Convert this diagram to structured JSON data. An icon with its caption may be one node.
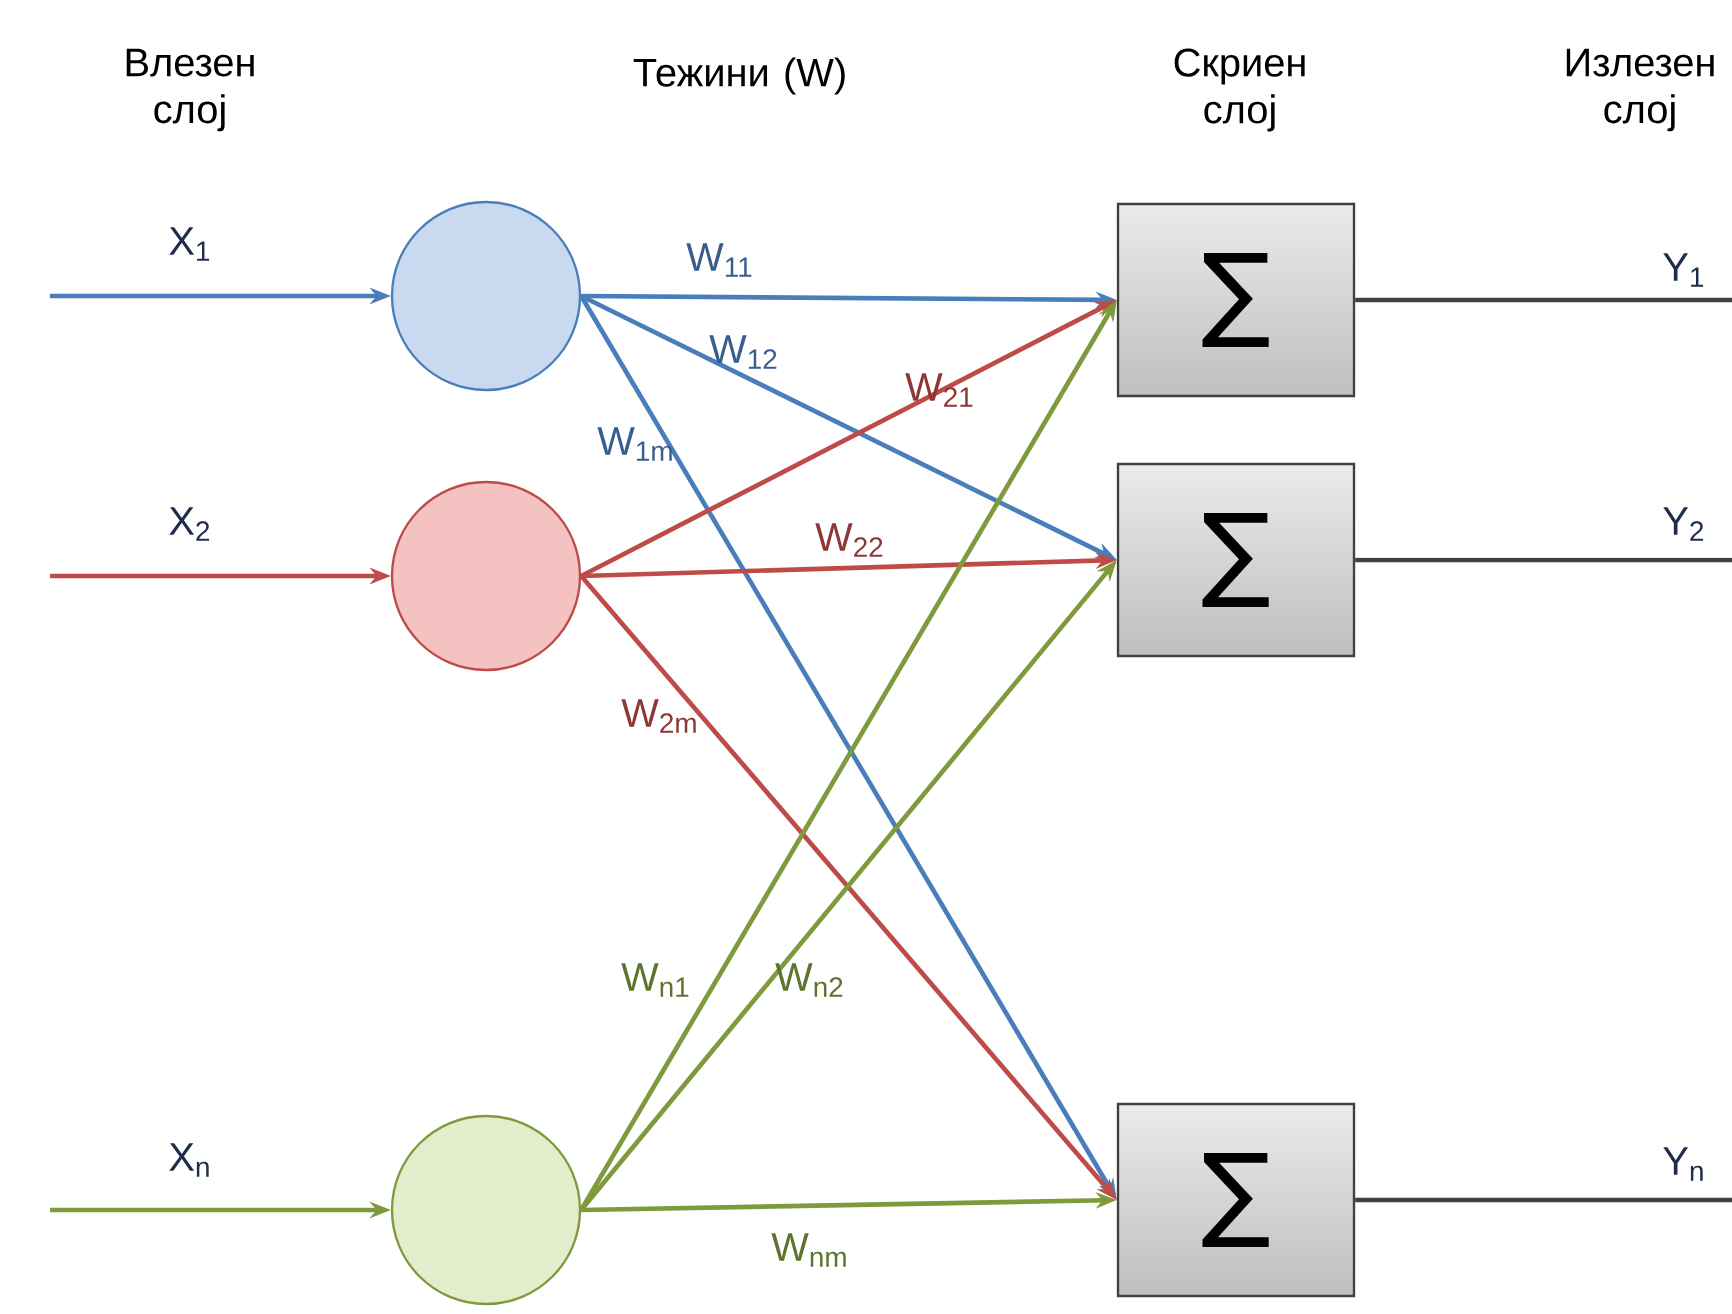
{
  "diagram": {
    "nodes": [
      {
        "text": [],
        "shape": "circle"
      },
      {
        "text": [],
        "shape": "circle"
      },
      {
        "text": [],
        "shape": "circle"
      },
      {
        "text": [
          "∑"
        ]
      },
      {
        "text": [
          "∑"
        ]
      },
      {
        "text": [
          "∑"
        ]
      }
    ],
    "edges": [
      {
        "from": null,
        "to": 0,
        "arrow": "to",
        "label": "X$_{1}$",
        "color": "#4a7ebb"
      },
      {
        "from": null,
        "to": 1,
        "arrow": "to",
        "label": "X$_{2}$",
        "color": "#be4b48"
      },
      {
        "from": null,
        "to": 2,
        "arrow": "to",
        "label": "X$_{n}$",
        "color": "#7e9a3d"
      },
      {
        "from": 0,
        "to": 3,
        "arrow": "to",
        "label": "W$_{11}$",
        "color": "#4a7ebb"
      },
      {
        "from": 0,
        "to": 4,
        "arrow": "to",
        "label": "W$_{12}$",
        "color": "#4a7ebb"
      },
      {
        "from": 0,
        "to": 5,
        "arrow": "to",
        "label": "W$_{1m}$",
        "color": "#4a7ebb"
      },
      {
        "from": 1,
        "to": 3,
        "arrow": "to",
        "label": "W$_{21}$",
        "color": "#be4b48"
      },
      {
        "from": 1,
        "to": 4,
        "arrow": "to",
        "label": "W$_{22}$",
        "color": "#be4b48"
      },
      {
        "from": 1,
        "to": 5,
        "arrow": "to",
        "label": "W$_{2m}$",
        "color": "#be4b48"
      },
      {
        "from": 2,
        "to": 3,
        "arrow": "to",
        "label": "W$_{n1}$",
        "color": "#7e9a3d"
      },
      {
        "from": 2,
        "to": 4,
        "arrow": "to",
        "label": "W$_{n2}$",
        "color": "#7e9a3d"
      },
      {
        "from": 2,
        "to": 5,
        "arrow": "to",
        "label": "W$_{nm}$",
        "color": "#7e9a3d"
      },
      {
        "from": 3,
        "to": null,
        "arrow": "none",
        "label": "Y$_{1}$",
        "color": "#404040"
      },
      {
        "from": 4,
        "to": null,
        "arrow": "none",
        "label": "Y$_{2}$",
        "color": "#404040"
      },
      {
        "from": 5,
        "to": null,
        "arrow": "none",
        "label": "Y$_{n}$",
        "color": "#404040"
      }
    ],
    "labels": [
      "Влезен слој",
      "Тежини (W)",
      "Скриен слој",
      "Излезен слој"
    ]
  }
}
